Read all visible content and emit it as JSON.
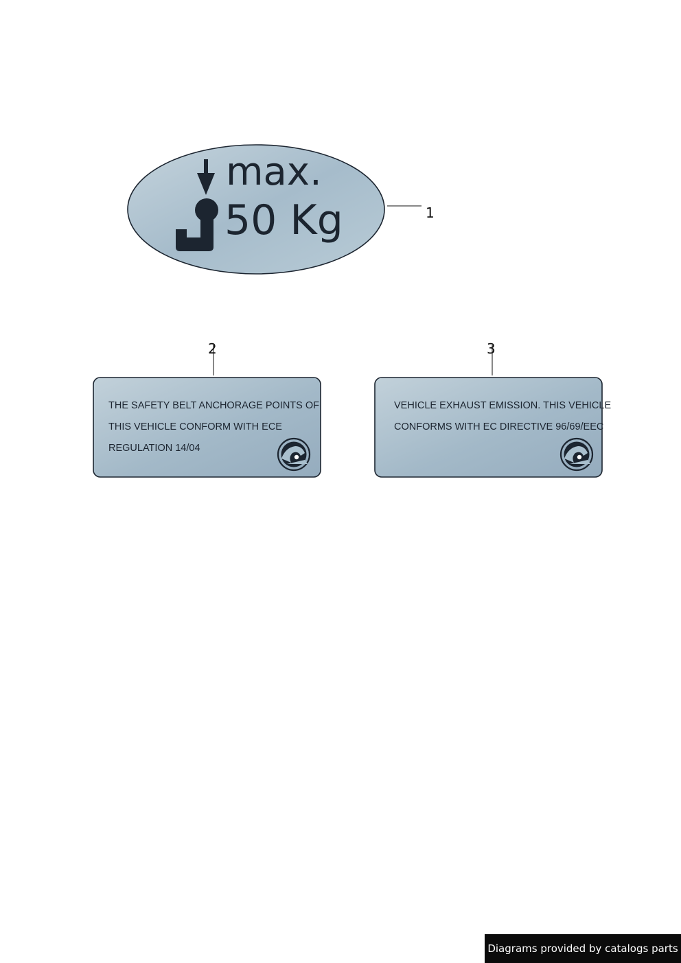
{
  "parts": [
    {
      "callout": "1",
      "label_lines": [
        "max.",
        "50 Kg"
      ]
    },
    {
      "callout": "2",
      "label_lines": [
        "THE SAFETY BELT ANCHORAGE POINTS OF",
        "THIS VEHICLE CONFORM WITH ECE",
        "REGULATION 14/04"
      ]
    },
    {
      "callout": "3",
      "label_lines": [
        "VEHICLE EXHAUST EMISSION. THIS VEHICLE",
        "CONFORMS WITH EC DIRECTIVE 96/69/EEC"
      ]
    }
  ],
  "footer": {
    "text": "Diagrams provided by catalogs parts"
  },
  "colors": {
    "label_gradient_light": "#c4d3dc",
    "label_gradient_dark": "#96adbf",
    "label_outline": "#1c2530",
    "ink": "#1c2530",
    "footer_bg": "#0b0b0b"
  }
}
